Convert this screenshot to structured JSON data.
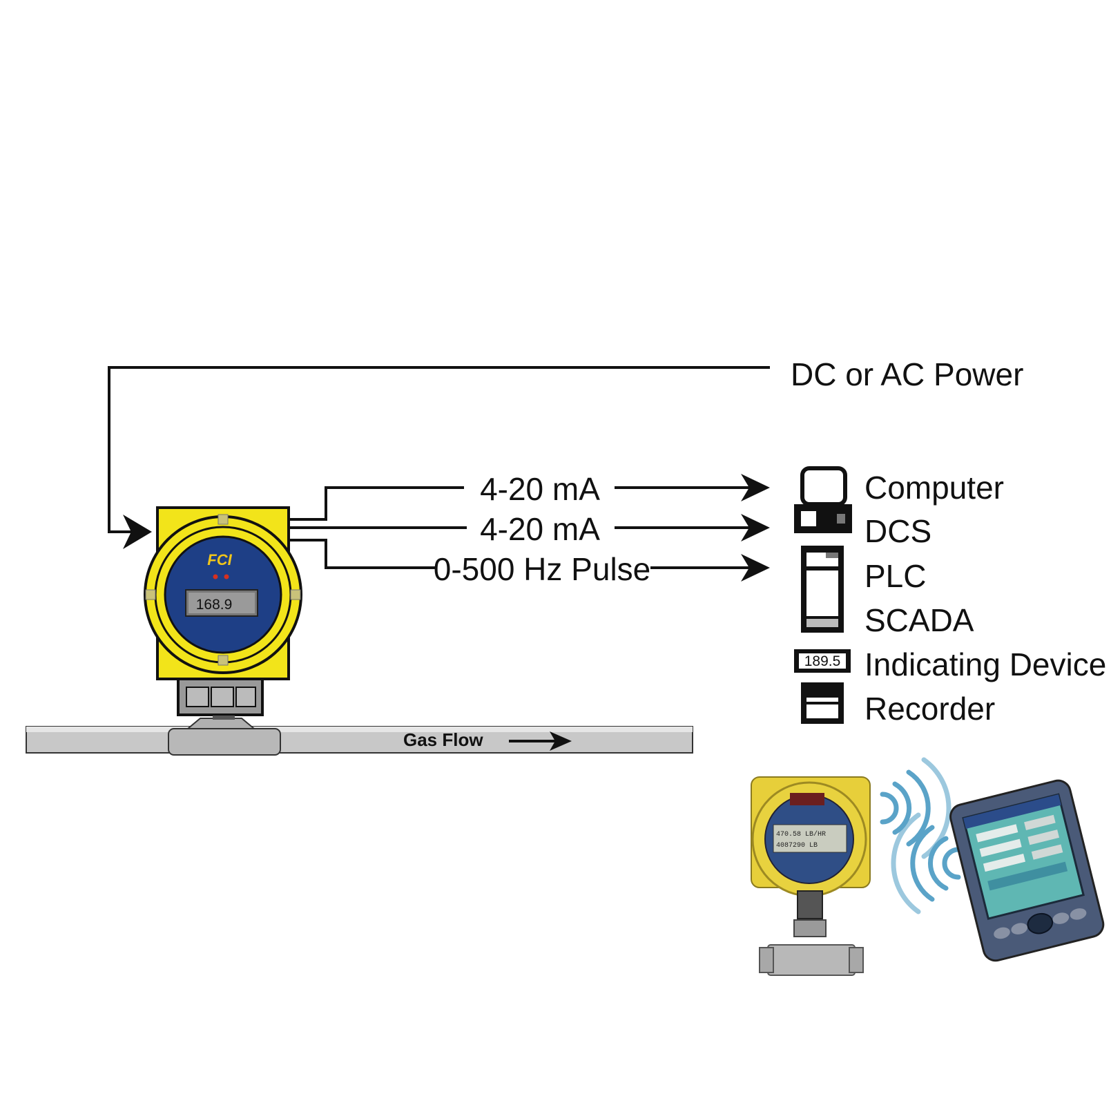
{
  "power_label": "DC or AC Power",
  "signals": [
    {
      "label": "4-20 mA"
    },
    {
      "label": "4-20 mA"
    },
    {
      "label": "0-500 Hz Pulse"
    }
  ],
  "devices": [
    {
      "label": "Computer"
    },
    {
      "label": "DCS"
    },
    {
      "label": "PLC"
    },
    {
      "label": "SCADA"
    },
    {
      "label": "Indicating Device"
    },
    {
      "label": "Recorder"
    }
  ],
  "transmitter": {
    "brand": "FCI",
    "display_value": "168.9"
  },
  "indicator_value": "189.5",
  "pipe_label": "Gas Flow",
  "colors": {
    "housing": "#f2e41a",
    "face": "#1e3f86",
    "pipe": "#c8c8c8"
  },
  "photo": {
    "meter_screen_line1": "470.58  LB/HR",
    "meter_screen_line2": "4087290    LB"
  }
}
